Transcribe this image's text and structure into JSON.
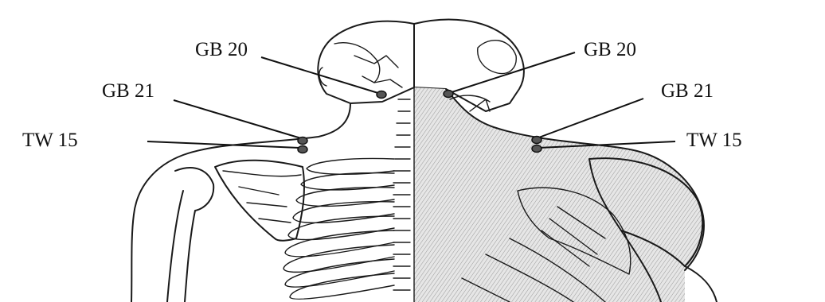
{
  "labels": {
    "left_gb20": "GB 20",
    "left_gb21": "GB 21",
    "left_tw15": "TW 15",
    "right_gb20": "GB 20",
    "right_gb21": "GB 21",
    "right_tw15": "TW 15"
  },
  "colors": {
    "ink": "#1a1a1a",
    "muscle_fill": "#d9d9d9",
    "background": "#ffffff"
  }
}
